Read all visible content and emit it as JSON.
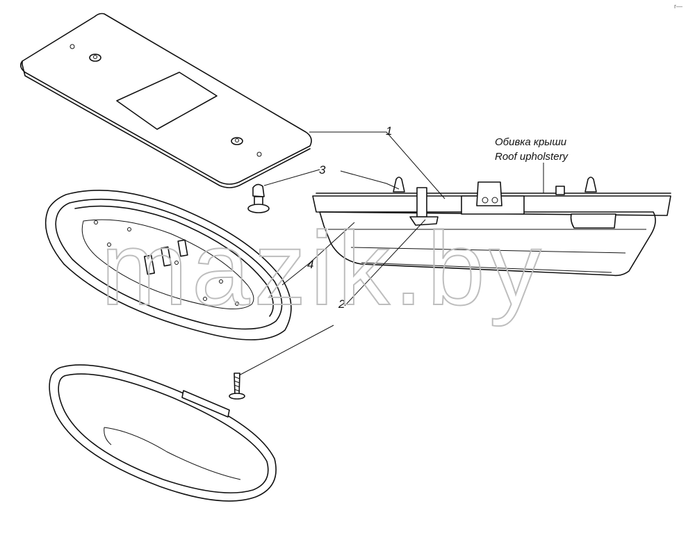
{
  "labels": {
    "roof_upholstery_ru": "Обивка крыши",
    "roof_upholstery_en": "Roof upholstery"
  },
  "callouts": {
    "c1": "1",
    "c2": "2",
    "c3": "3",
    "c4": "4"
  },
  "watermark": "mazik.by",
  "corner_mark": "r—"
}
